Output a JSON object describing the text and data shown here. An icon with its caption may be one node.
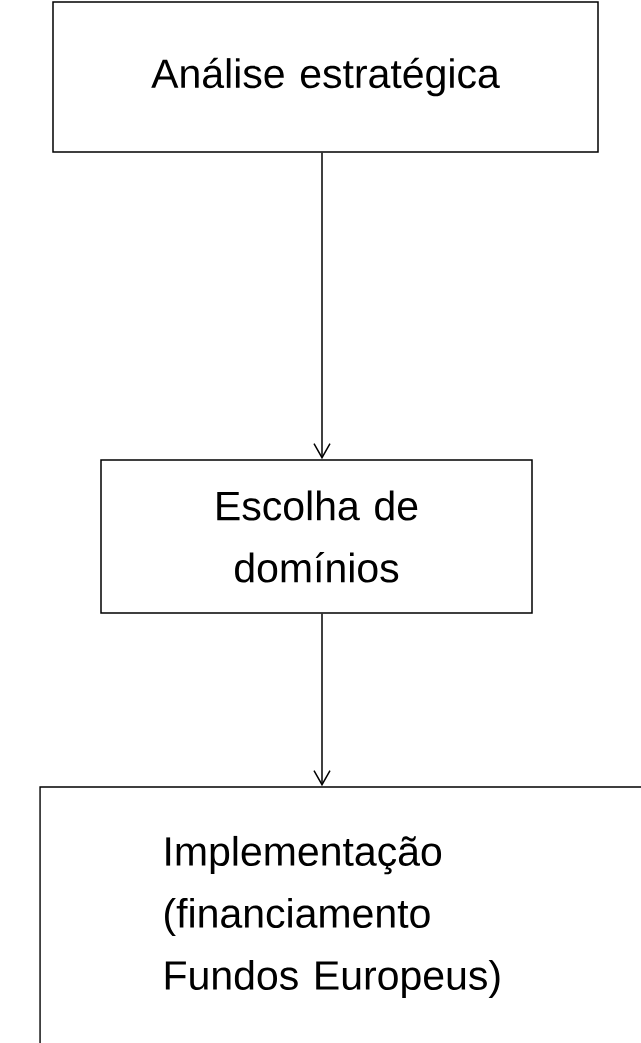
{
  "diagram": {
    "nodes": [
      {
        "text": [
          "Análise estratégica"
        ]
      },
      {
        "text": [
          "Escolha de domínios"
        ]
      },
      {
        "text": [
          "Implementação (financiamento Fundos Europeus)"
        ]
      }
    ],
    "edges": [
      {
        "from": 0,
        "to": 1,
        "arrow": "to"
      },
      {
        "from": 1,
        "to": 2,
        "arrow": "to"
      }
    ]
  }
}
